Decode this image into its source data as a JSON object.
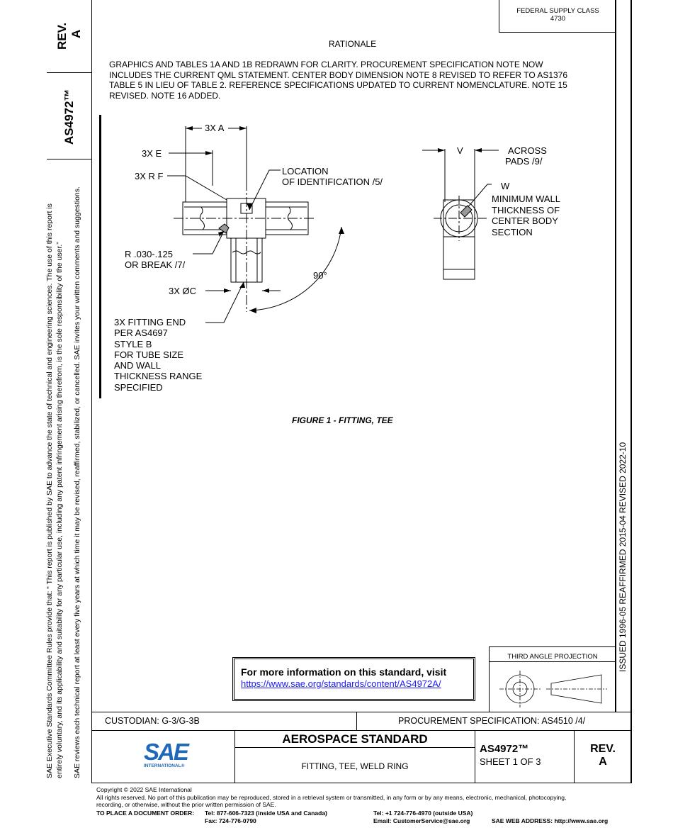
{
  "side_notes": {
    "rev_label": "REV.",
    "rev_value": "A",
    "doc_number": "AS4972™",
    "rules_line1": "SAE Executive Standards Committee Rules provide that: “ This report is published by SAE to advance the state of technical and engineering sciences. The use of this report is",
    "rules_line2": "entirely voluntary, and its applicability and suitability for any particular use, including any patent infringement arising therefrom, is the sole responsibility of the user.”",
    "review_line": "SAE reviews each technical report at least every five years at which time it may be revised, reaffirmed, stabilized, or cancelled. SAE invites your written comments and suggestions.",
    "history": "ISSUED 1996-05     REAFFIRMED 2015-04     REVISED 2022-10"
  },
  "supply_class": {
    "line1": "FEDERAL SUPPLY CLASS",
    "line2": "4730"
  },
  "rationale": {
    "heading": "RATIONALE",
    "lines": [
      "GRAPHICS AND TABLES 1A AND 1B REDRAWN FOR CLARITY. PROCUREMENT SPECIFICATION NOTE NOW",
      "INCLUDES THE CURRENT QML STATEMENT. CENTER BODY DIMENSION NOTE 8 REVISED TO REFER TO AS1376",
      "TABLE 5 IN LIEU OF TABLE 2. REFERENCE SPECIFICATIONS UPDATED TO CURRENT NOMENCLATURE. NOTE 15",
      "REVISED. NOTE 16 ADDED."
    ]
  },
  "figure": {
    "caption": "FIGURE 1 - FITTING, TEE",
    "labels": {
      "a": "3X A",
      "e": "3X E",
      "rf": "3X R F",
      "loc1": "LOCATION",
      "loc2": "OF IDENTIFICATION  /5/",
      "r1": "R .030-.125",
      "r2": "OR BREAK  /7/",
      "angle": "90°",
      "c": "3X ØC",
      "end": [
        "3X FITTING END",
        "PER AS4697",
        "STYLE B",
        "FOR TUBE SIZE",
        "AND WALL",
        "THICKNESS RANGE",
        "SPECIFIED"
      ],
      "v": "V",
      "pads1": "ACROSS",
      "pads2": "PADS  /9/",
      "w": "W",
      "wall": [
        "MINIMUM WALL",
        "THICKNESS OF",
        "CENTER BODY",
        "SECTION"
      ]
    }
  },
  "info_box": {
    "text": "For more information on this standard, visit",
    "link": "https://www.sae.org/standards/content/AS4972A/"
  },
  "projection": {
    "label": "THIRD ANGLE PROJECTION"
  },
  "title_block": {
    "custodian": "CUSTODIAN: G-3/G-3B",
    "procurement": "PROCUREMENT SPECIFICATION: AS4510 /4/",
    "logo_text": "SAE",
    "logo_sub": "INTERNATIONAL®",
    "standard_type": "AEROSPACE STANDARD",
    "part_title": "FITTING, TEE, WELD RING",
    "number": "AS4972™",
    "sheet": "SHEET 1 OF 3",
    "rev_label": "REV.",
    "rev_value": "A"
  },
  "footer": {
    "copyright": "Copyright © 2022 SAE International",
    "rights1": "All rights reserved. No part of this publication may be reproduced, stored in a retrieval system or transmitted, in any form or by any means, electronic, mechanical, photocopying,",
    "rights2": "recording, or otherwise, without the prior written permission of SAE.",
    "order_label": "TO PLACE A DOCUMENT ORDER:",
    "tel_us": "Tel: 877-606-7323 (inside USA and Canada)",
    "fax": "Fax: 724-776-0790",
    "tel_intl": "Tel: +1 724-776-4970 (outside USA)",
    "email": "Email: CustomerService@sae.org",
    "web": "SAE WEB ADDRESS: http://www.sae.org"
  }
}
